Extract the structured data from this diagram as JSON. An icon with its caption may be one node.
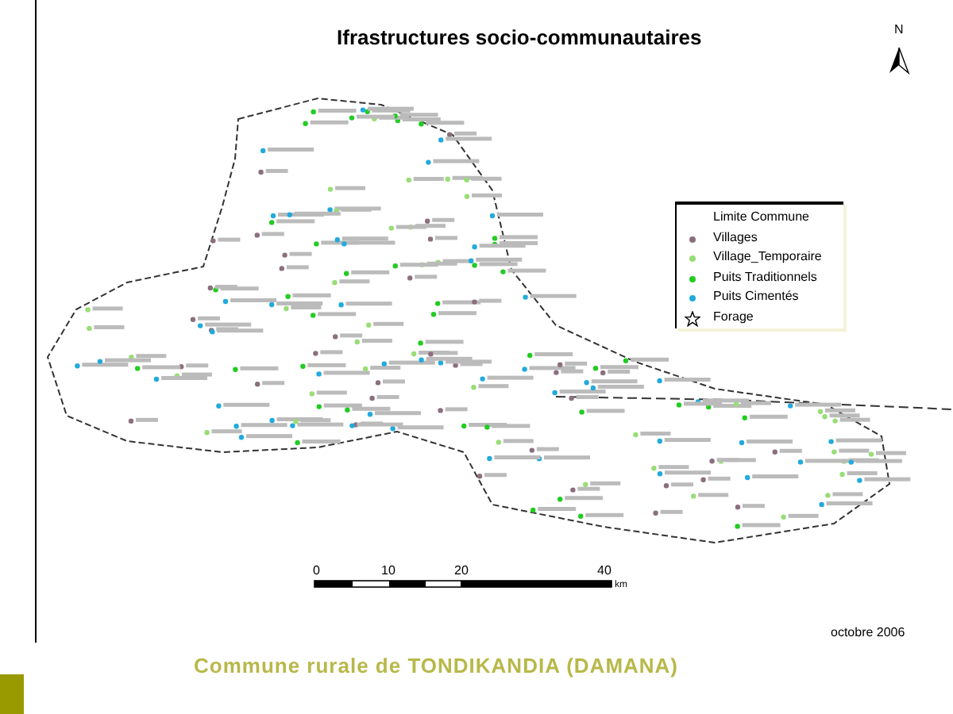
{
  "diagram": {
    "title": "Ifrastructures socio-communautaires",
    "caption": "Commune rurale  de TONDIKANDIA  (DAMANA)",
    "labels": [
      "N",
      "0",
      "10",
      "20",
      "40",
      "km",
      "octobre 2006"
    ],
    "legend": [
      {
        "text": "Limite Commune"
      },
      {
        "text": "Villages",
        "color": "#8c6f7f"
      },
      {
        "text": "Village_Temporaire",
        "color": "#99dd77"
      },
      {
        "text": "Puits Traditionnels",
        "color": "#22cc22"
      },
      {
        "text": "Puits Cimentés",
        "color": "#22aadd"
      },
      {
        "text": "Forage"
      }
    ]
  }
}
